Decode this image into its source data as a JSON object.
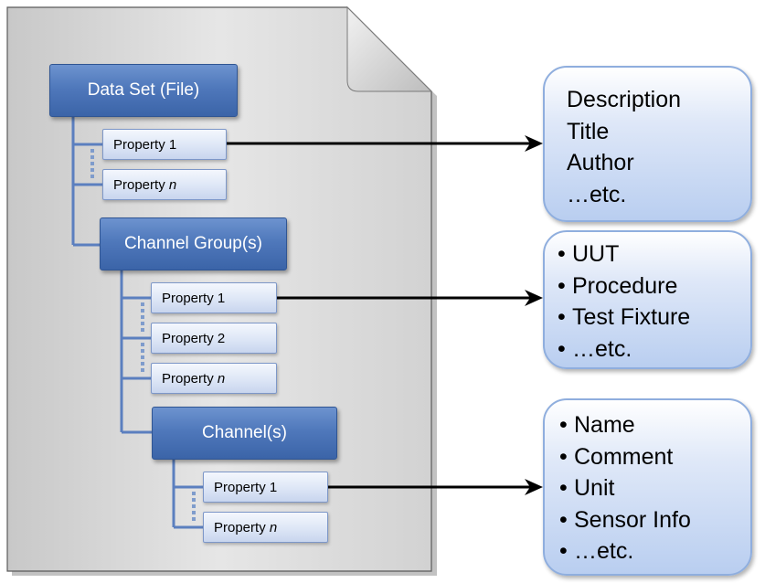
{
  "tree": {
    "data_set": {
      "label": "Data Set (File)",
      "properties": [
        {
          "label": "Property 1",
          "index": ""
        },
        {
          "label": "Property ",
          "index": "n"
        }
      ]
    },
    "channel_group": {
      "label": "Channel Group(s)",
      "properties": [
        {
          "label": "Property 1",
          "index": ""
        },
        {
          "label": "Property 2",
          "index": ""
        },
        {
          "label": "Property ",
          "index": "n"
        }
      ]
    },
    "channel": {
      "label": "Channel(s)",
      "properties": [
        {
          "label": "Property 1",
          "index": ""
        },
        {
          "label": "Property ",
          "index": "n"
        }
      ]
    }
  },
  "bubbles": [
    {
      "bulleted": false,
      "items": [
        "Description",
        "Title",
        "Author",
        "…etc."
      ]
    },
    {
      "bulleted": true,
      "items": [
        "UUT",
        "Procedure",
        "Test Fixture",
        "…etc."
      ]
    },
    {
      "bulleted": true,
      "items": [
        "Name",
        "Comment",
        "Unit",
        "Sensor Info",
        "…etc."
      ]
    }
  ],
  "colors": {
    "node_fill": "#4f78bb",
    "property_fill": "#dde6f6",
    "bubble_fill": "#c9d9f4",
    "document_fill": "#d9d9d9",
    "connector": "#5b7fbf",
    "arrow": "#000000"
  }
}
